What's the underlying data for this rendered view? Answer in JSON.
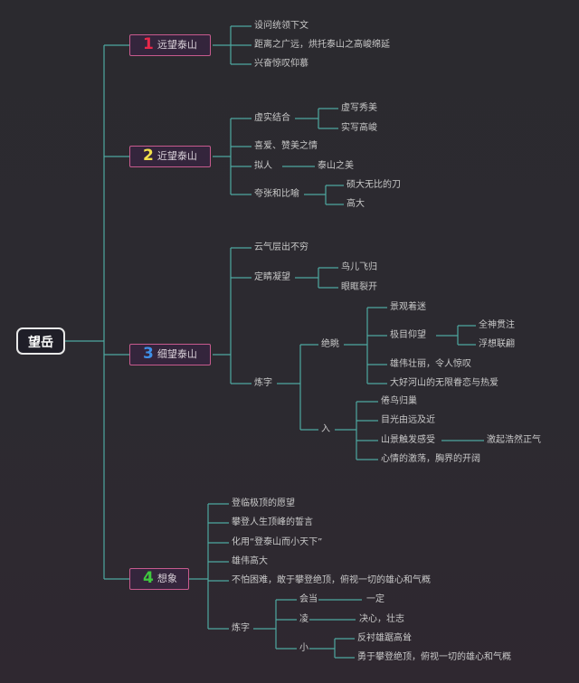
{
  "root": "望岳",
  "branches": [
    {
      "num": "1",
      "label": "远望泰山",
      "color": "#e8284a"
    },
    {
      "num": "2",
      "label": "近望泰山",
      "color": "#f2e04b"
    },
    {
      "num": "3",
      "label": "细望泰山",
      "color": "#3f8fe8"
    },
    {
      "num": "4",
      "label": "想象",
      "color": "#3fc83f"
    }
  ],
  "b1": [
    "设问统领下文",
    "距离之广远，烘托泰山之高峻绵延",
    "兴奋惊叹仰慕"
  ],
  "b2": {
    "xs": "虚实结合",
    "xs_a": "虚写秀美",
    "xs_b": "实写高峻",
    "qa": "喜爱、赞美之情",
    "nr": "拟人",
    "nr_a": "泰山之美",
    "kz": "夸张和比喻",
    "kz_a": "硕大无比的刀",
    "kz_b": "高大"
  },
  "b3": {
    "yq": "云气层出不穷",
    "dj": "定睛凝望",
    "dj_a": "鸟儿飞归",
    "dj_b": "眼眶裂开",
    "lz": "炼字",
    "jue": "绝眺",
    "jue_a": "景观着迷",
    "jue_b": "极目仰望",
    "jue_b1": "全神贯注",
    "jue_b2": "浮想联翩",
    "jue_c": "雄伟壮丽，令人惊叹",
    "jue_d": "大好河山的无限眷恋与热爱",
    "ru": "入",
    "ru_a": "倦鸟归巢",
    "ru_b": "目光由远及近",
    "ru_c": "山景触发感受",
    "ru_c1": "激起浩然正气",
    "ru_d": "心情的激荡，胸界的开阔"
  },
  "b4": {
    "items": [
      "登临极顶的愿望",
      "攀登人生顶峰的誓言",
      "化用“登泰山而小天下”",
      "雄伟高大",
      "不怕困难，敢于攀登绝顶，俯视一切的雄心和气概"
    ],
    "lz": "炼字",
    "hd": "会当",
    "hd_a": "一定",
    "ling": "凌",
    "ling_a": "决心，壮志",
    "xiao": "小",
    "xiao_a": "反衬雄踞高耸",
    "xiao_b": "勇于攀登绝顶，俯视一切的雄心和气概"
  },
  "colors": {
    "line": "#4ea8a0",
    "branch_border": "#c75a8e"
  }
}
